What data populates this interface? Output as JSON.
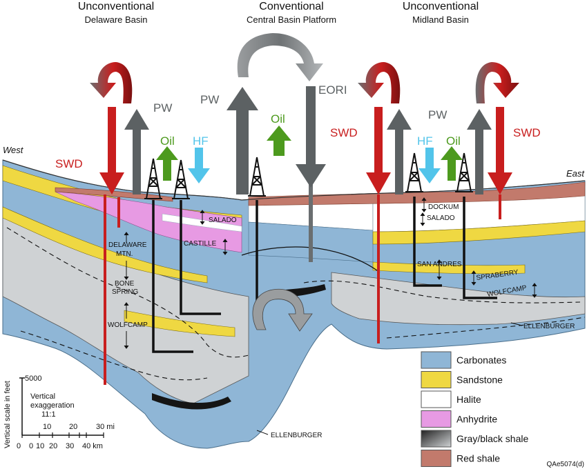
{
  "titles": {
    "left_top": "Unconventional",
    "left_sub": "Delaware Basin",
    "center_top": "Conventional",
    "center_sub": "Central Basin Platform",
    "right_top": "Unconventional",
    "right_sub": "Midland Basin"
  },
  "directions": {
    "west": "West",
    "east": "East"
  },
  "flow_labels": {
    "swd_left": "SWD",
    "pw_left": "PW",
    "oil_left": "Oil",
    "hf_left": "HF",
    "pw_center": "PW",
    "oil_center": "Oil",
    "eori": "EORI",
    "swd_mid": "SWD",
    "pw_right": "PW",
    "hf_right": "HF",
    "oil_right": "Oil",
    "swd_right": "SWD"
  },
  "formations": {
    "salado_left": "SALADO",
    "castille": "CASTILLE",
    "delaware_1": "DELAWARE",
    "delaware_2": "MTN.",
    "bone_1": "BONE",
    "bone_2": "SPRING",
    "wolfcamp_left": "WOLFCAMP",
    "dockum": "DOCKUM",
    "salado_right": "SALADO",
    "san_andres": "SAN ANDRES",
    "spraberry": "SPRABERRY",
    "wolfcamp_right": "WOLFCAMP",
    "ellenburger_right": "ELLENBURGER",
    "ellenburger_bottom": "ELLENBURGER"
  },
  "scale": {
    "axis_label": "Vertical scale in feet",
    "ft_5000": "5000",
    "ft_0": "0",
    "note_1": "Vertical",
    "note_2": "exaggeration",
    "note_3": "11:1",
    "mi_ticks": [
      "10",
      "20",
      "30 mi"
    ],
    "km_ticks": [
      "0",
      "10",
      "20",
      "30",
      "40 km"
    ]
  },
  "legend": [
    {
      "label": "Carbonates",
      "color": "#8fb6d6"
    },
    {
      "label": "Sandstone",
      "color": "#efd842"
    },
    {
      "label": "Halite",
      "color": "#ffffff"
    },
    {
      "label": "Anhydrite",
      "color": "#e79ae3"
    },
    {
      "label": "Gray/black shale",
      "color": "#c9cccf"
    },
    {
      "label": "Red shale",
      "color": "#c27a6c"
    }
  ],
  "colors": {
    "red": "#c81e1e",
    "gray_arrow": "#5c6163",
    "green": "#4d9a1e",
    "cyan": "#52c4ea",
    "carbonate": "#8fb6d6",
    "shale": "#c9cccf",
    "sand": "#efd842",
    "anhydrite": "#e79ae3",
    "redshale": "#c27a6c"
  },
  "figure_id": "QAe5074(d)"
}
